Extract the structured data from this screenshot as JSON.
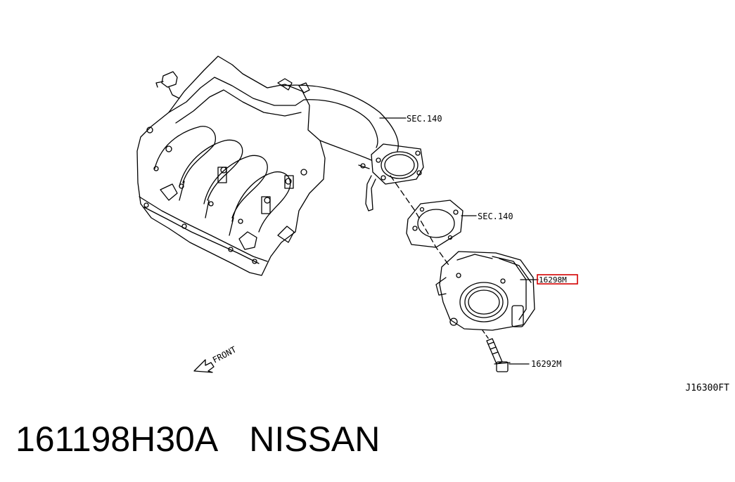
{
  "diagram": {
    "callouts": {
      "sec140_upper": "SEC.140",
      "sec140_lower": "SEC.140",
      "throttle_body": "16298M",
      "bolt": "16292M"
    },
    "front_label": "FRONT",
    "reference_code": "J16300FT",
    "highlight_color": "#d40000"
  },
  "footer": {
    "part_number": "161198H30A",
    "brand": "NISSAN"
  }
}
